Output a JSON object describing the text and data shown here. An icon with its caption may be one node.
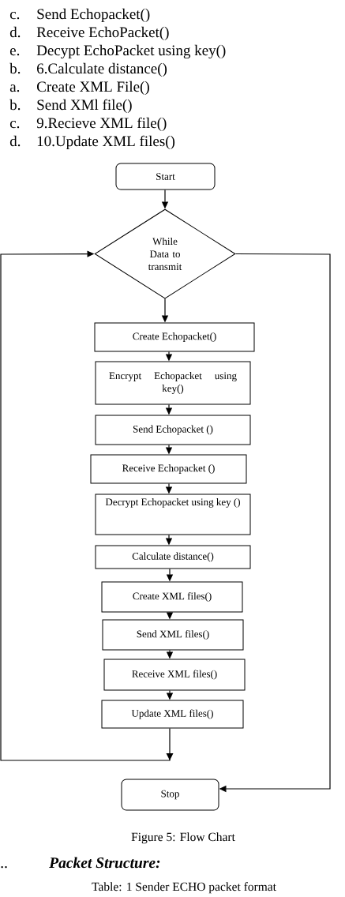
{
  "diagram": {
    "caption": "Figure 5: Flow Chart",
    "nodes": [
      {
        "text": [
          "Start"
        ]
      },
      {
        "text": [
          "While Data to transmit"
        ]
      },
      {
        "text": [
          "Create Echopacket()"
        ]
      },
      {
        "text": [
          "Encrypt Echopacket using key()"
        ]
      },
      {
        "text": [
          "Send Echopacket ()"
        ]
      },
      {
        "text": [
          "Receive Echopacket ()"
        ]
      },
      {
        "text": [
          "Decrypt Echopacket using key ()"
        ]
      },
      {
        "text": [
          "Calculate distance()"
        ]
      },
      {
        "text": [
          "Create XML files()"
        ]
      },
      {
        "text": [
          "Send XML files()"
        ]
      },
      {
        "text": [
          "Receive XML files()"
        ]
      },
      {
        "text": [
          "Update XML files()"
        ]
      },
      {
        "text": [
          "Stop"
        ]
      }
    ],
    "edges": [
      {
        "from": 0,
        "to": 1,
        "arrow": "to"
      },
      {
        "from": 1,
        "to": 2,
        "arrow": "to"
      },
      {
        "from": 2,
        "to": 3,
        "arrow": "to"
      },
      {
        "from": 3,
        "to": 4,
        "arrow": "to"
      },
      {
        "from": 4,
        "to": 5,
        "arrow": "to"
      },
      {
        "from": 5,
        "to": 6,
        "arrow": "to"
      },
      {
        "from": 6,
        "to": 7,
        "arrow": "to"
      },
      {
        "from": 7,
        "to": 8,
        "arrow": "to"
      },
      {
        "from": 8,
        "to": 9,
        "arrow": "to"
      },
      {
        "from": 9,
        "to": 10,
        "arrow": "to"
      },
      {
        "from": 10,
        "to": 11,
        "arrow": "to"
      },
      {
        "from": 11,
        "to": 1,
        "arrow": "to"
      },
      {
        "from": 1,
        "to": 12,
        "arrow": "to"
      }
    ],
    "labels": [
      "c.",
      "Send Echopacket()",
      "d.",
      "Receive EchoPacket()",
      "e.",
      "Decypt EchoPacket using key()",
      "b.",
      "6.Calculate distance()",
      "a.",
      "Create XML File()",
      "b.",
      "Send XMl file()",
      "c.",
      "9.Recieve XML file()",
      "d.",
      "10.Update XML files()",
      "..",
      "Packet Structure:",
      "Table: 1 Sender ECHO packet format"
    ]
  }
}
